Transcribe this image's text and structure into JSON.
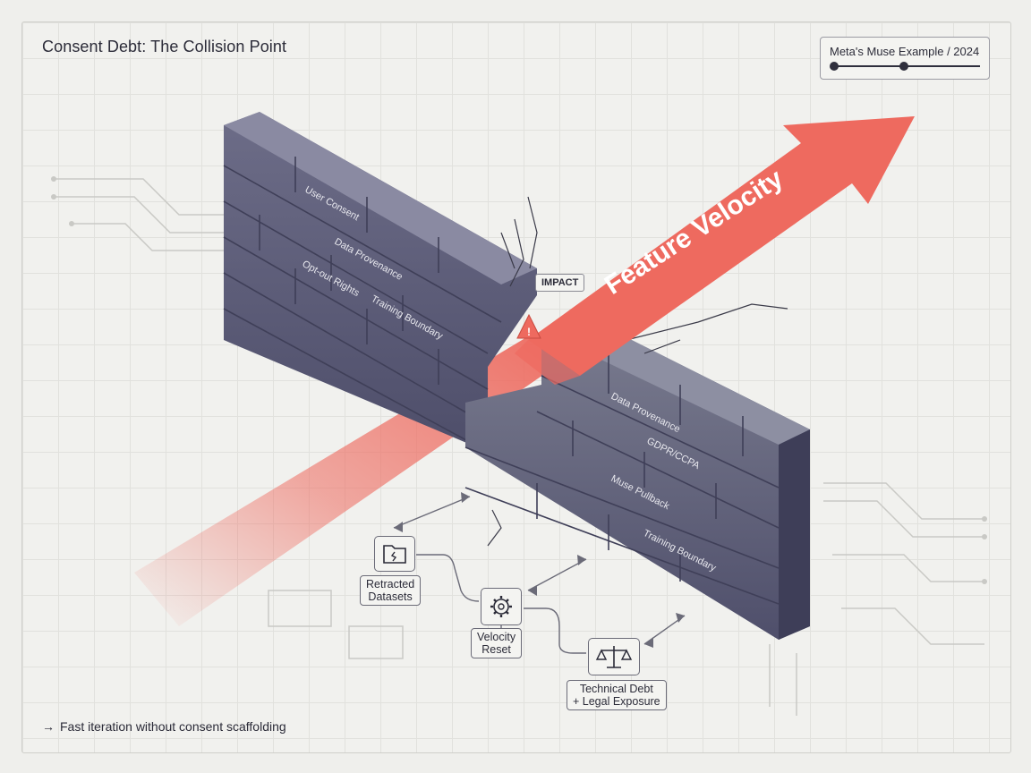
{
  "title": "Consent Debt: The Collision Point",
  "legend": {
    "label": "Meta's Muse Example / 2024"
  },
  "arrow": {
    "label": "Feature Velocity",
    "color": "#ee6a5f"
  },
  "impact": {
    "label": "IMPACT"
  },
  "wall": {
    "color": "#5c5c78",
    "left_labels": [
      "User Consent",
      "Data Provenance",
      "Opt-out Rights",
      "Training Boundary"
    ],
    "right_labels": [
      "Data Provenance",
      "GDPR/CCPA",
      "Muse Pullback",
      "Training Boundary"
    ]
  },
  "nodes": [
    {
      "icon": "folder-icon",
      "label": "Retracted\nDatasets"
    },
    {
      "icon": "gear-icon",
      "label": "Velocity\nReset"
    },
    {
      "icon": "scales-icon",
      "label": "Technical Debt\n+ Legal Exposure"
    }
  ],
  "footer": {
    "arrow": "→",
    "text": "Fast iteration without consent scaffolding"
  }
}
